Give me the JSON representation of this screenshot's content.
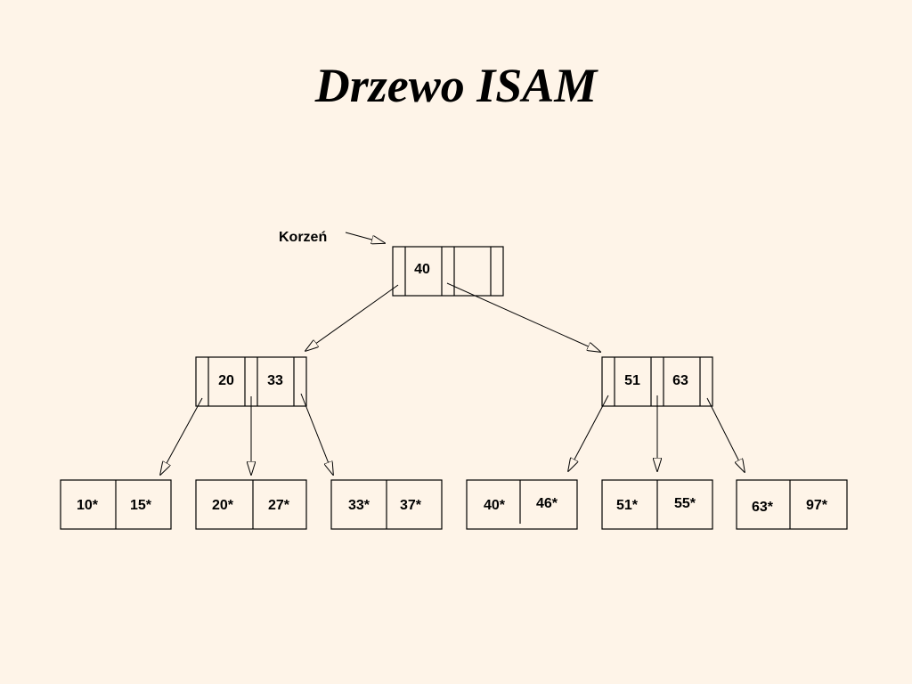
{
  "title": "Drzewo ISAM",
  "root_label": "Korzeń",
  "root_node": {
    "keys": [
      "40"
    ]
  },
  "index_nodes": [
    {
      "keys": [
        "20",
        "33"
      ]
    },
    {
      "keys": [
        "51",
        "63"
      ]
    }
  ],
  "leaf_pages": [
    {
      "entries": [
        "10*",
        "15*"
      ]
    },
    {
      "entries": [
        "20*",
        "27*"
      ]
    },
    {
      "entries": [
        "33*",
        "37*"
      ]
    },
    {
      "entries": [
        "40*",
        "46*"
      ]
    },
    {
      "entries": [
        "51*",
        "55*"
      ]
    },
    {
      "entries": [
        "63*",
        "97*"
      ]
    }
  ]
}
